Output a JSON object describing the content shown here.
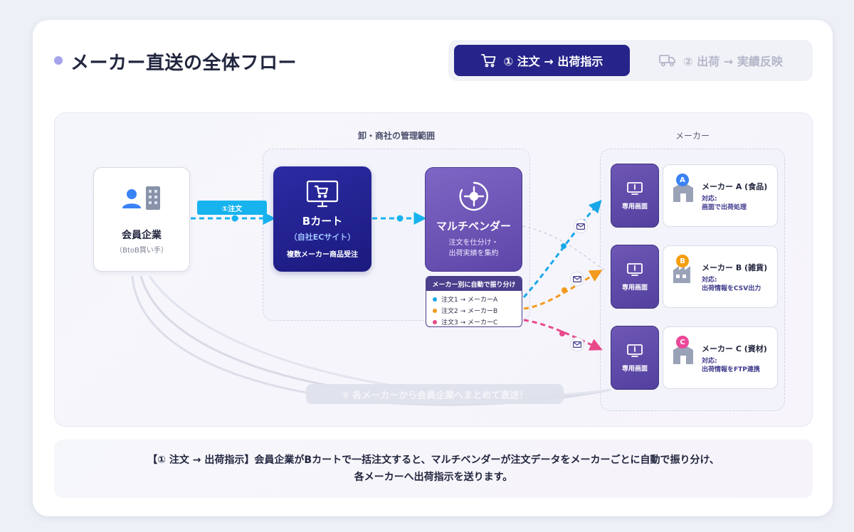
{
  "title": "メーカー直送の全体フロー",
  "tabs": [
    {
      "label": "① 注文 → 出荷指示",
      "icon": "cart-icon",
      "active": true
    },
    {
      "label": "② 出荷 → 実績反映",
      "icon": "truck-icon",
      "active": false
    }
  ],
  "regions": {
    "wholesaler": "卸・商社の管理範囲",
    "makers": "メーカー"
  },
  "member": {
    "name": "会員企業",
    "sub": "（BtoB買い手）"
  },
  "order_tag": "①注文",
  "bcart": {
    "name": "Bカート",
    "sub": "（自社ECサイト）",
    "desc": "複数メーカー商品受注"
  },
  "multivendor": {
    "name": "マルチベンダー",
    "desc_line1": "注文を仕分け・",
    "desc_line2": "出荷実績を集約"
  },
  "routing": {
    "header": "メーカー別に自動で振り分け",
    "rows": [
      {
        "text": "注文1 → メーカーA",
        "color": "#1aa7e8"
      },
      {
        "text": "注文2 → メーカーB",
        "color": "#f29a1f"
      },
      {
        "text": "注文3 → メーカーC",
        "color": "#e8488a"
      }
    ]
  },
  "makers": [
    {
      "tag": "専用画面",
      "badge": "A",
      "badge_color": "#3b82f6",
      "name": "メーカー A (食品)",
      "type_label": "対応:",
      "mode": "画面で出荷処理"
    },
    {
      "tag": "専用画面",
      "badge": "B",
      "badge_color": "#f59e0b",
      "name": "メーカー B (雑貨)",
      "type_label": "対応:",
      "mode": "出荷情報をCSV出力"
    },
    {
      "tag": "専用画面",
      "badge": "C",
      "badge_color": "#ec4899",
      "name": "メーカー C (資材)",
      "type_label": "対応:",
      "mode": "出荷情報をFTP連携"
    }
  ],
  "return_label": "③ 各メーカーから会員企業へまとめて直送！",
  "caption": {
    "line1": "【① 注文 → 出荷指示】会員企業がBカートで一括注文すると、マルチベンダーが注文データをメーカーごとに自動で振り分け、",
    "line2": "各メーカーへ出荷指示を送ります。"
  },
  "colors": {
    "primary": "#26248a",
    "vendor": "#6e57b5",
    "order_arrow": "#17b3ee",
    "maker_a": "#1aa7e8",
    "maker_b": "#f29a1f",
    "maker_c": "#e8488a"
  }
}
